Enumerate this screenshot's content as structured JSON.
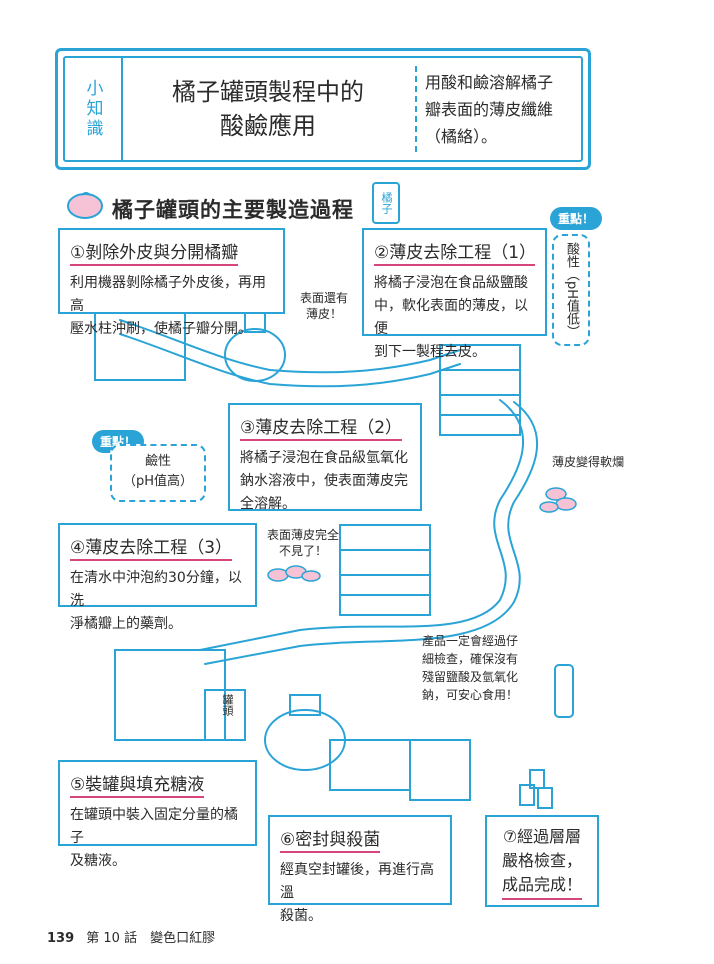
{
  "header": {
    "label": "小知識",
    "title": "橘子罐頭製程中的\n酸鹼應用",
    "note": "用酸和鹼溶解橘子\n瓣表面的薄皮纖維\n（橘絡）。"
  },
  "section_title": "橘子罐頭的主要製造過程",
  "can_label": "橘子",
  "steps": [
    {
      "title": "①剝除外皮與分開橘瓣",
      "body": "利用機器剝除橘子外皮後，再用高\n壓水柱沖刷，使橘子瓣分開。"
    },
    {
      "title": "②薄皮去除工程（1）",
      "body": "將橘子浸泡在食品級鹽酸\n中，軟化表面的薄皮，以便\n到下一製程去皮。"
    },
    {
      "title": "③薄皮去除工程（2）",
      "body": "將橘子浸泡在食品級氫氧化\n鈉水溶液中，使表面薄皮完\n全溶解。"
    },
    {
      "title": "④薄皮去除工程（3）",
      "body": "在清水中沖泡約30分鐘，以洗\n淨橘瓣上的藥劑。"
    },
    {
      "title": "⑤裝罐與填充糖液",
      "body": "在罐頭中裝入固定分量的橘子\n及糖液。"
    },
    {
      "title": "⑥密封與殺菌",
      "body": "經真空封罐後，再進行高溫\n殺菌。"
    },
    {
      "title": "⑦經過層層\n嚴格檢查，\n成品完成！",
      "body": ""
    }
  ],
  "badges": {
    "acid": "重點！",
    "base": "重點！"
  },
  "acid_note": "酸性（pH值低）",
  "base_note": "鹼性\n（pH值高）",
  "notes": {
    "peel_left": "表面還有\n薄皮！",
    "soft": "薄皮變得軟爛",
    "gone": "表面薄皮完全\n不見了！",
    "inspection": "產品一定會經過仔\n細檢查，確保沒有\n殘留鹽酸及氫氧化\n鈉，可安心食用！"
  },
  "machine_label": "罐頭",
  "footer": {
    "page": "139",
    "chapter": "第 10 話　變色口紅膠"
  }
}
